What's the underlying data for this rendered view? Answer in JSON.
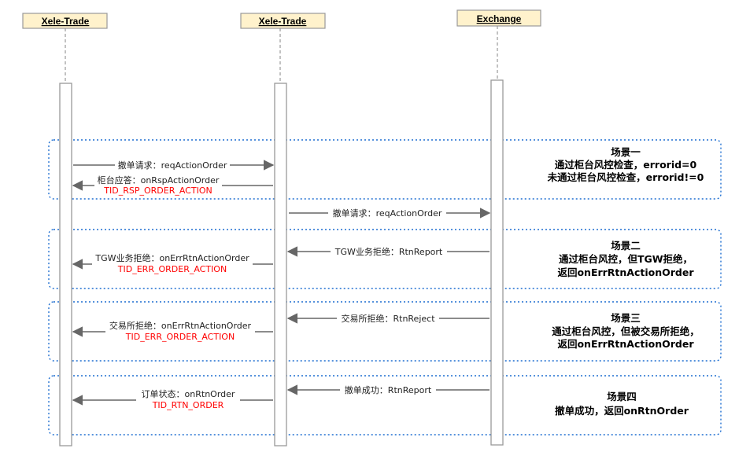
{
  "actors": [
    {
      "label": "Xele-Trade"
    },
    {
      "label": "Xele-Trade"
    },
    {
      "label": "Exchange"
    }
  ],
  "messages": [
    {
      "from": 0,
      "to": 1,
      "label": "撤单请求：reqActionOrder",
      "sub": ""
    },
    {
      "from": 1,
      "to": 0,
      "label": "柜台应答：onRspActionOrder",
      "sub": "TID_RSP_ORDER_ACTION"
    },
    {
      "from": 1,
      "to": 2,
      "label": "撤单请求：reqActionOrder",
      "sub": ""
    },
    {
      "from": 2,
      "to": 1,
      "label": "TGW业务拒绝：RtnReport",
      "sub": ""
    },
    {
      "from": 1,
      "to": 0,
      "label": "TGW业务拒绝：onErrRtnActionOrder",
      "sub": "TID_ERR_ORDER_ACTION"
    },
    {
      "from": 2,
      "to": 1,
      "label": "交易所拒绝：RtnReject",
      "sub": ""
    },
    {
      "from": 1,
      "to": 0,
      "label": "交易所拒绝：onErrRtnActionOrder",
      "sub": "TID_ERR_ORDER_ACTION"
    },
    {
      "from": 2,
      "to": 1,
      "label": "撤单成功：RtnReport",
      "sub": ""
    },
    {
      "from": 1,
      "to": 0,
      "label": "订单状态：onRtnOrder",
      "sub": "TID_RTN_ORDER"
    }
  ],
  "scenarios": [
    {
      "lines": [
        "场景一",
        "通过柜台风控检查，errorid=0",
        "未通过柜台风控检查，errorid!=0"
      ]
    },
    {
      "lines": [
        "场景二",
        "通过柜台风控，但TGW拒绝，",
        "返回onErrRtnActionOrder"
      ]
    },
    {
      "lines": [
        "场景三",
        "通过柜台风控，但被交易所拒绝，",
        "返回onErrRtnActionOrder"
      ]
    },
    {
      "lines": [
        "场景四",
        "撤单成功，返回onRtnOrder"
      ]
    }
  ],
  "colors": {
    "actor_fill": "#fff2cc",
    "actor_stroke": "#999999",
    "lifeline": "#999999",
    "arrow": "#666666",
    "group_border": "#1f6fd1",
    "sub_label": "#ff0000"
  }
}
